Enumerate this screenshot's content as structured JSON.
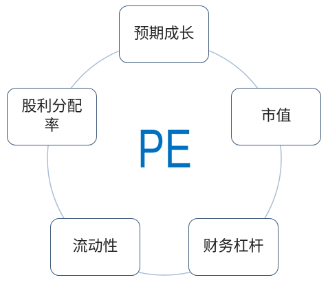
{
  "center_label": "PE",
  "nodes": [
    {
      "label": "预期成长"
    },
    {
      "label": "市值"
    },
    {
      "label": "财务杠杆"
    },
    {
      "label": "流动性"
    },
    {
      "label": "股利分配率"
    }
  ],
  "colors": {
    "center_text": "#0070C0",
    "box_border": "#3E5A7A",
    "ring": "#A9BFD8",
    "label_text": "#222222"
  }
}
